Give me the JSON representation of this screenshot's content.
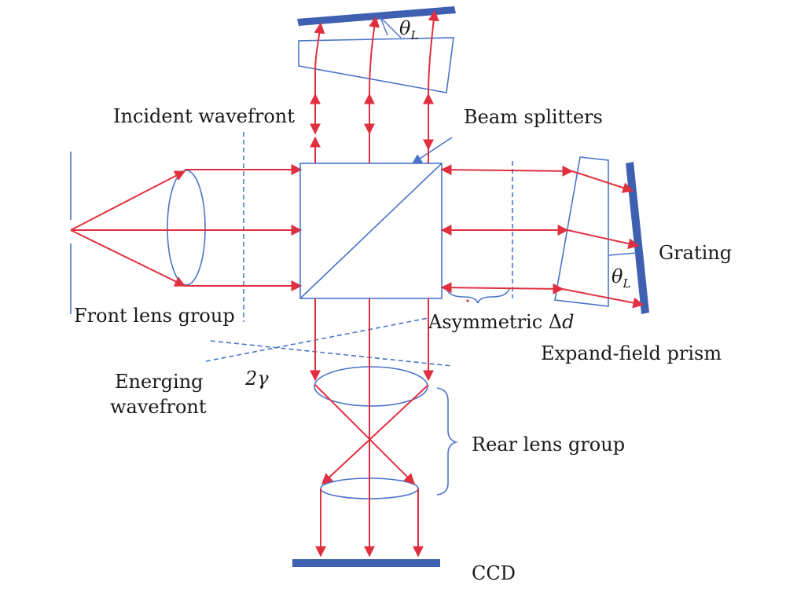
{
  "labels": {
    "incident_wavefront": "Incident wavefront",
    "beam_splitters": "Beam splitters",
    "front_lens_group": "Front lens group",
    "asymmetric": "Asymmetric Δ",
    "asymmetric_var": "d",
    "grating": "Grating",
    "expand_field_prism": "Expand-field prism",
    "energing_line1": "Energing",
    "energing_line2": "wavefront",
    "two_gamma": "2γ",
    "rear_lens_group": "Rear lens group",
    "ccd": "CCD",
    "theta": "θ",
    "theta_sub": "L"
  },
  "colors": {
    "optics": "#4a74c9",
    "rays": "#e0303f",
    "plates": "#3f5fb0"
  }
}
